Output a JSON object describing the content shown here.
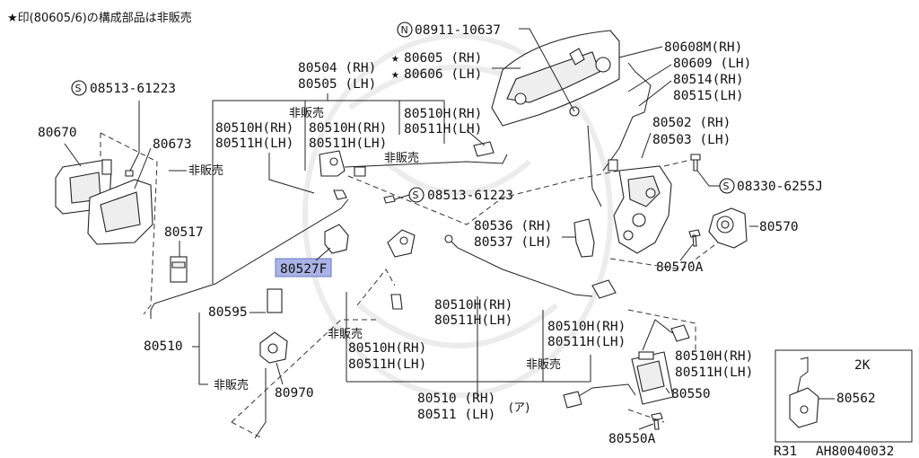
{
  "header_note": "★印(80605/6)の構成部品は非販売",
  "not_for_sale": "非販売",
  "bolts": {
    "n_08911": "08911-10637",
    "s_08513_top": "08513-61223",
    "s_08513_mid": "08513-61223",
    "s_08330": "08330-6255J"
  },
  "symbols": {
    "N": "N",
    "S": "S",
    "star": "★"
  },
  "labels": {
    "p80605": "80605 (RH)",
    "p80606": "80606 (LH)",
    "p80608m": "80608M(RH)",
    "p80609": "80609 (LH)",
    "p80514": "80514(RH)",
    "p80515": "80515(LH)",
    "p80504": "80504 (RH)",
    "p80505": "80505 (LH)",
    "p80670": "80670",
    "p80673": "80673",
    "p80510h_a": "80510H(RH)",
    "p80511h_a": "80511H(LH)",
    "p80510h_b": "80510H(RH)",
    "p80511h_b": "80511H(LH)",
    "p80510h_c": "80510H(RH)",
    "p80511h_c": "80511H(LH)",
    "p80502": "80502 (RH)",
    "p80503": "80503 (LH)",
    "p80517": "80517",
    "p80527f": "80527F",
    "p80536": "80536 (RH)",
    "p80537": "80537 (LH)",
    "p80570": "80570",
    "p80570a": "80570A",
    "p80595": "80595",
    "p80510": "80510",
    "p80970": "80970",
    "p80510h_d": "80510H(RH)",
    "p80511h_d": "80511H(LH)",
    "p80510h_e": "80510H(RH)",
    "p80511h_e": "80511H(LH)",
    "p80510h_f": "80510H(RH)",
    "p80511h_f": "80511H(LH)",
    "p80510h_g": "80510H(RH)",
    "p80511h_g": "80511H(LH)",
    "p80550": "80550",
    "p80550a": "80550A",
    "p80510_rh": "80510 (RH)",
    "p80511_lh": "80511 (LH)",
    "p80511_suffix": "(ア)",
    "p80562": "80562",
    "inset_code": "2K"
  },
  "footer": {
    "left": "R31",
    "right": "AH80040032"
  }
}
